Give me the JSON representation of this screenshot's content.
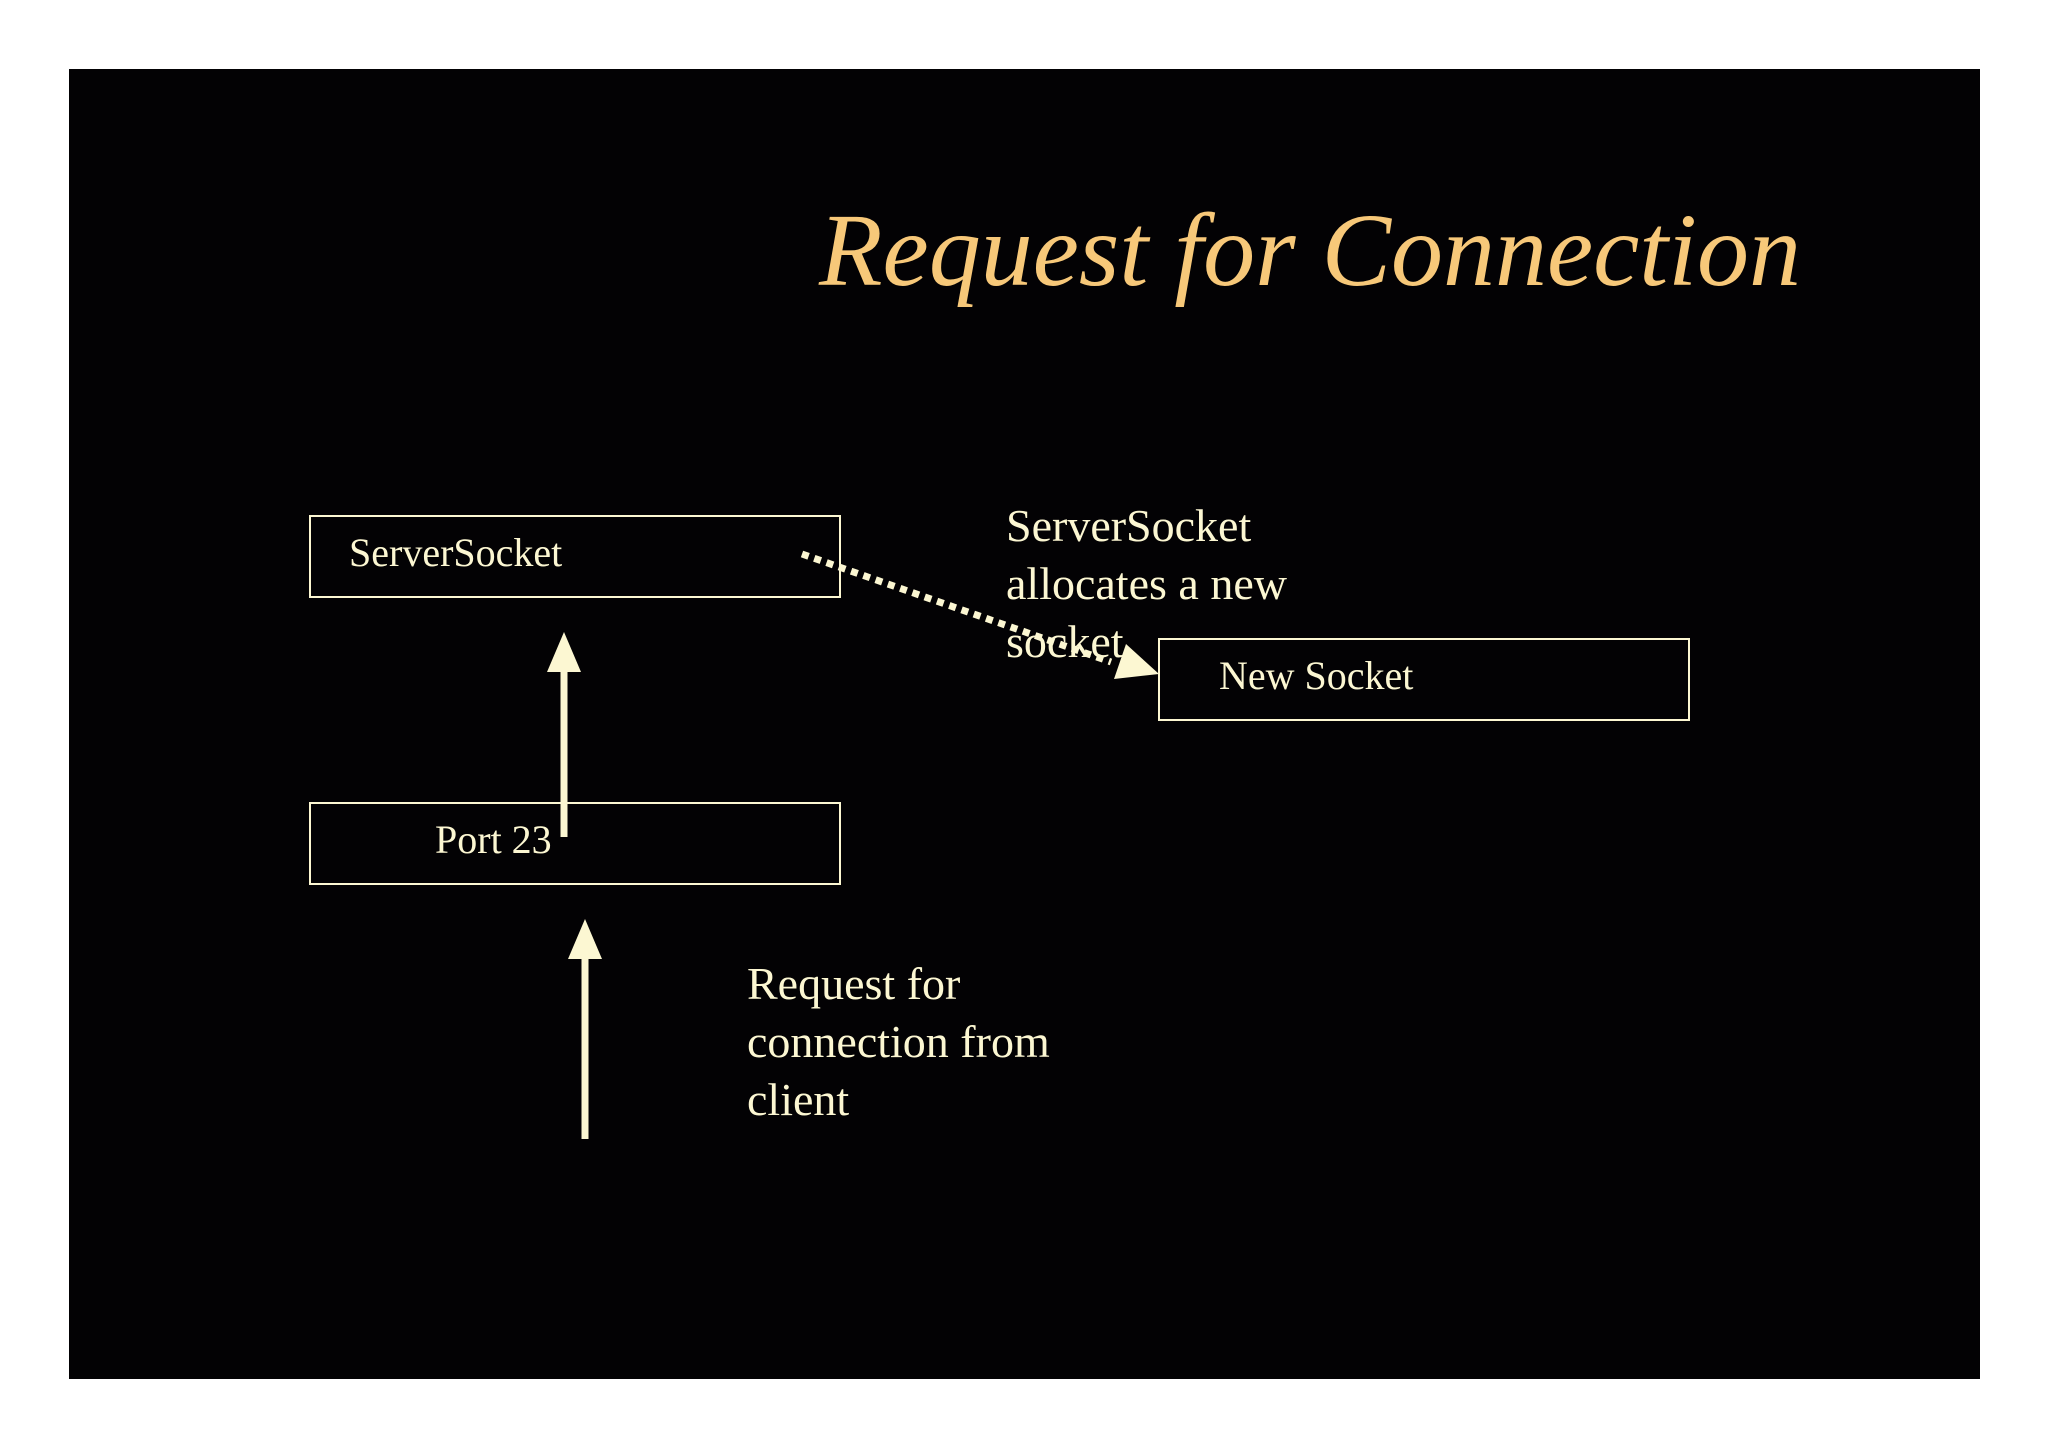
{
  "slide": {
    "title": "Request for Connection"
  },
  "nodes": {
    "server_socket": "ServerSocket",
    "port": "Port 23",
    "new_socket": "New Socket"
  },
  "captions": {
    "allocate": [
      "ServerSocket",
      "allocates a new",
      "socket"
    ],
    "request": [
      "Request for",
      "connection from",
      "client"
    ]
  },
  "colors": {
    "background": "#030204",
    "title": "#f7c879",
    "foreground": "#fcf7d2"
  }
}
